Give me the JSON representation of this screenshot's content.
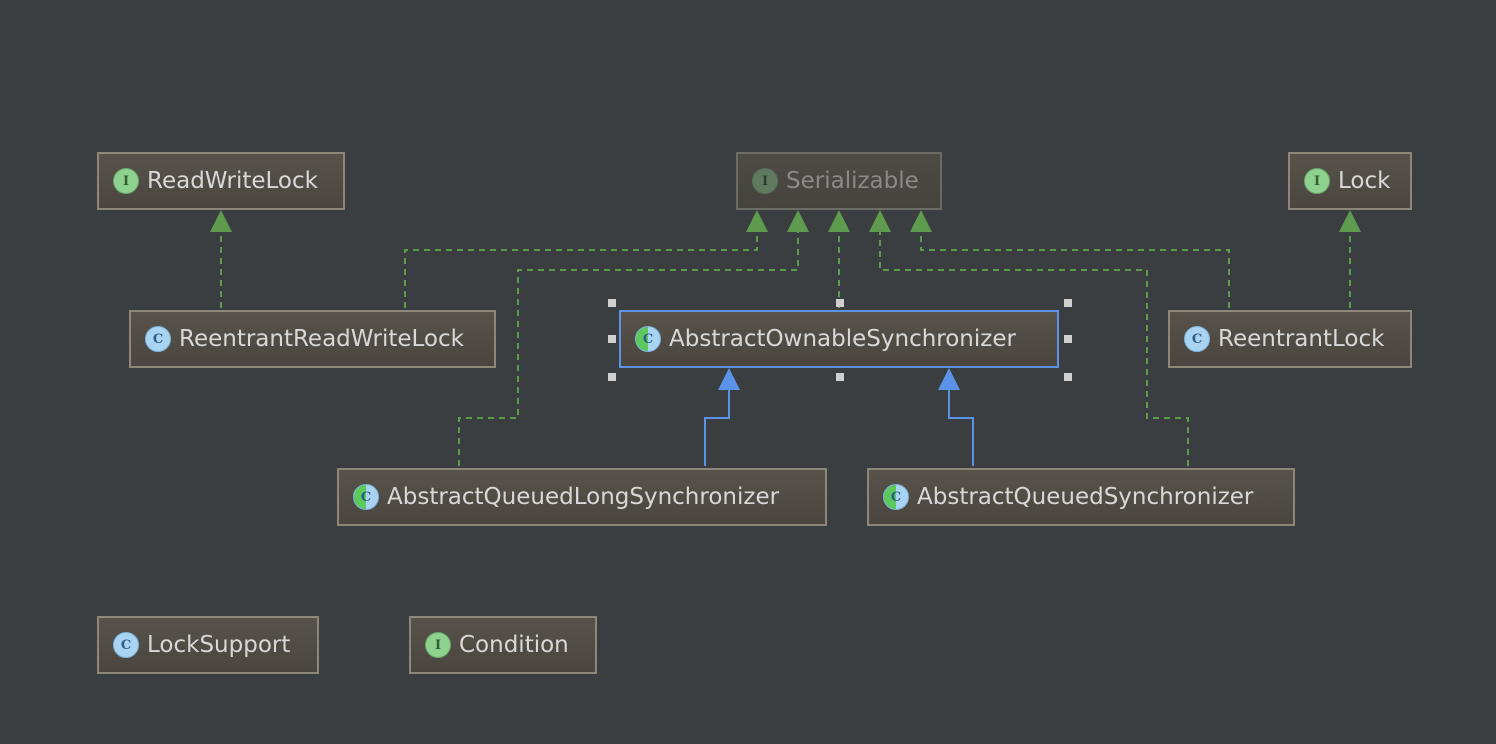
{
  "diagram": {
    "nodes": [
      {
        "id": "readwritelock",
        "label": "ReadWriteLock",
        "kind": "interface",
        "badge": "I"
      },
      {
        "id": "serializable",
        "label": "Serializable",
        "kind": "interface",
        "badge": "I",
        "faded": true
      },
      {
        "id": "lock",
        "label": "Lock",
        "kind": "interface",
        "badge": "I"
      },
      {
        "id": "reentrantreadwritelock",
        "label": "ReentrantReadWriteLock",
        "kind": "class",
        "badge": "C"
      },
      {
        "id": "abstractownablesynchronizer",
        "label": "AbstractOwnableSynchronizer",
        "kind": "abstract",
        "badge": "C",
        "selected": true
      },
      {
        "id": "reentrantlock",
        "label": "ReentrantLock",
        "kind": "class",
        "badge": "C"
      },
      {
        "id": "abstractqueuedlongsynchronizer",
        "label": "AbstractQueuedLongSynchronizer",
        "kind": "abstract",
        "badge": "C"
      },
      {
        "id": "abstractqueuedsynchronizer",
        "label": "AbstractQueuedSynchronizer",
        "kind": "abstract",
        "badge": "C"
      },
      {
        "id": "locksupport",
        "label": "LockSupport",
        "kind": "class",
        "badge": "C"
      },
      {
        "id": "condition",
        "label": "Condition",
        "kind": "interface",
        "badge": "I"
      }
    ],
    "edges": [
      {
        "from": "reentrantreadwritelock",
        "to": "readwritelock",
        "type": "implements"
      },
      {
        "from": "reentrantreadwritelock",
        "to": "serializable",
        "type": "implements"
      },
      {
        "from": "abstractqueuedlongsynchronizer",
        "to": "serializable",
        "type": "implements"
      },
      {
        "from": "abstractownablesynchronizer",
        "to": "serializable",
        "type": "implements"
      },
      {
        "from": "abstractqueuedsynchronizer",
        "to": "serializable",
        "type": "implements"
      },
      {
        "from": "reentrantlock",
        "to": "serializable",
        "type": "implements"
      },
      {
        "from": "reentrantlock",
        "to": "lock",
        "type": "implements"
      },
      {
        "from": "abstractqueuedlongsynchronizer",
        "to": "abstractownablesynchronizer",
        "type": "extends"
      },
      {
        "from": "abstractqueuedsynchronizer",
        "to": "abstractownablesynchronizer",
        "type": "extends"
      }
    ],
    "colors": {
      "background": "#3b3e41",
      "implements_edge": "#5e9b4f",
      "extends_edge": "#5b93e8",
      "selection": "#5b93e8"
    }
  }
}
